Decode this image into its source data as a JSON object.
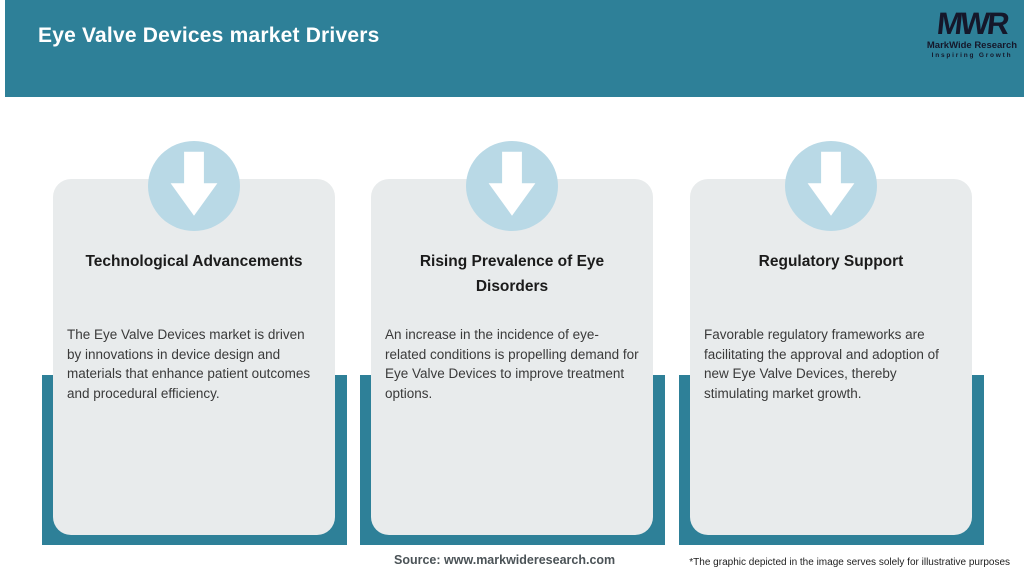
{
  "header": {
    "title": "Eye Valve Devices market Drivers",
    "bg_color": "#2E8098",
    "text_color": "#FFFFFF"
  },
  "logo": {
    "monogram": "MWR",
    "name": "MarkWide Research",
    "tagline": "Inspiring Growth",
    "color": "#15172A"
  },
  "cards": [
    {
      "title": "Technological Advancements",
      "body": "The Eye Valve Devices market is driven by innovations in device design and materials that enhance patient outcomes and procedural efficiency.",
      "icon": "down-arrow-icon"
    },
    {
      "title": "Rising Prevalence of Eye Disorders",
      "body": "An increase in the incidence of eye-related conditions is propelling demand for Eye Valve Devices to improve treatment options.",
      "icon": "down-arrow-icon"
    },
    {
      "title": "Regulatory Support",
      "body": "Favorable regulatory frameworks are facilitating the approval and adoption of new Eye Valve Devices, thereby stimulating market growth.",
      "icon": "down-arrow-icon"
    }
  ],
  "footer": {
    "source": "Source: www.markwideresearch.com",
    "disclaimer": "*The graphic depicted in the image serves solely for illustrative purposes"
  },
  "colors": {
    "teal": "#2E8098",
    "card_bg": "#E8EBEC",
    "circle_blue": "#B9D9E6",
    "arrow_white": "#FFFFFF",
    "title_text": "#1B1B1B",
    "body_text": "#3A3A3A",
    "source_text": "#4B5357"
  }
}
